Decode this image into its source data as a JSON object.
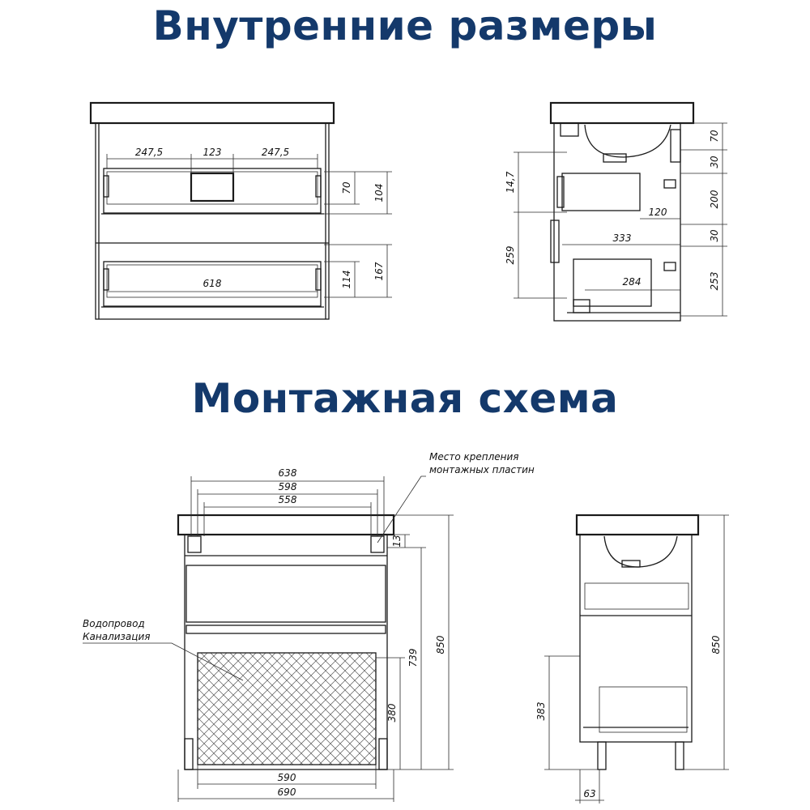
{
  "titles": {
    "inner_sizes": "Внутренние размеры",
    "mounting_scheme": "Монтажная схема"
  },
  "front_inner": {
    "w1": "247,5",
    "w2": "123",
    "w3": "247,5",
    "h_drawer1": "70",
    "h_drawer1_total": "104",
    "w_drawer2": "618",
    "h_drawer2": "114",
    "h_drawer2_total": "167"
  },
  "side_inner": {
    "top": "70",
    "gap1": "30",
    "h_drawer1": "200",
    "gap2": "30",
    "h_drawer2": "253",
    "depth_top": "120",
    "depth_mid": "333",
    "depth_bottom": "284",
    "left_h1": "14,7",
    "left_h2": "259"
  },
  "front_mount": {
    "w_outer": "638",
    "w_mid": "598",
    "w_inner": "558",
    "plate_offset": "13",
    "h_mount": "739",
    "h_total": "850",
    "h_pipes": "380",
    "w_bottom_inner": "590",
    "w_bottom_outer": "690",
    "label_plates_line1": "Место крепления",
    "label_plates_line2": "монтажных пластин",
    "label_pipes_line1": "Водопровод",
    "label_pipes_line2": "Канализация"
  },
  "side_mount": {
    "h_total": "850",
    "h_pipes": "383",
    "leg_offset": "63"
  },
  "colors": {
    "title": "#14396b",
    "lines": "#1a1a1a"
  }
}
